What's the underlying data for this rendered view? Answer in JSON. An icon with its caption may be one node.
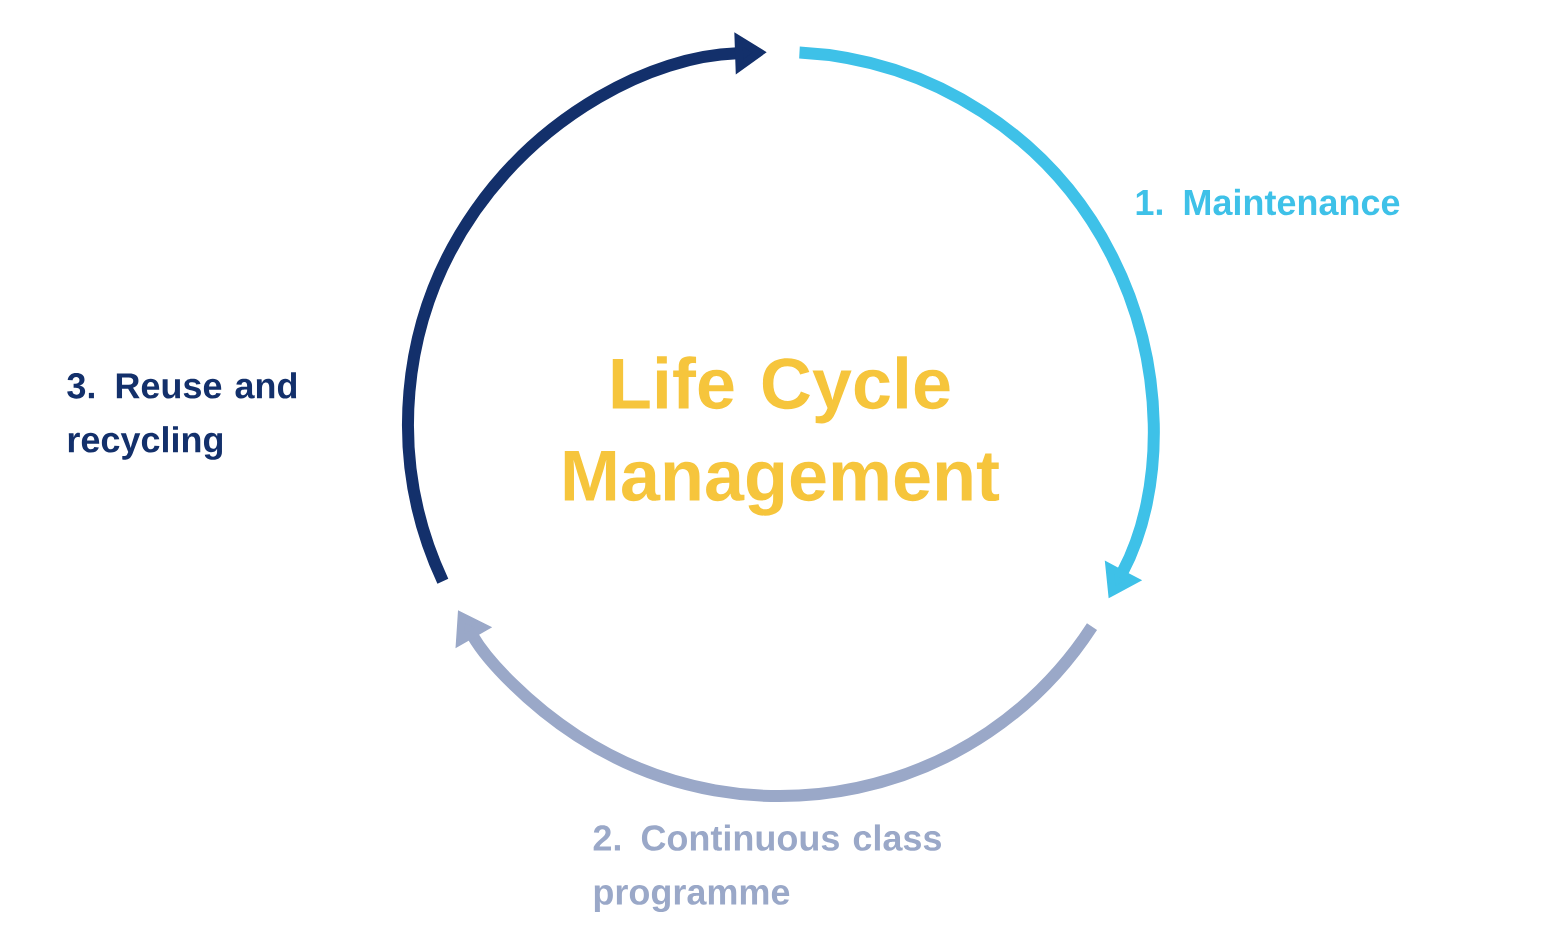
{
  "diagram": {
    "title": "Life Cycle Management",
    "labels": [
      "1. Maintenance",
      "2. Continuous class programme",
      "3. Reuse and recycling"
    ]
  }
}
